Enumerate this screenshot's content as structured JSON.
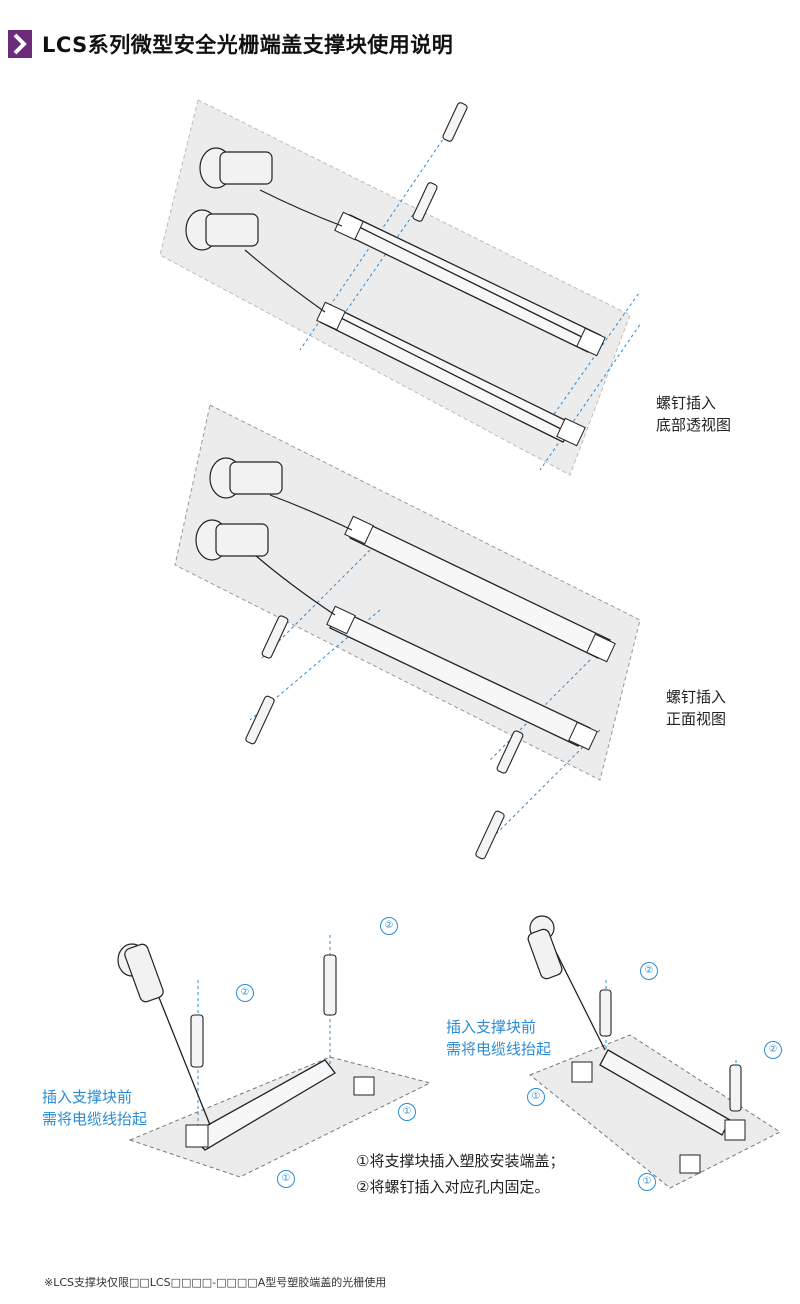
{
  "header": {
    "title": "LCS系列微型安全光栅端盖支撑块使用说明"
  },
  "views": {
    "top_label": [
      "螺钉插入",
      "底部透视图"
    ],
    "front_label": [
      "螺钉插入",
      "正面视图"
    ]
  },
  "callouts": {
    "lift_cable_left": [
      "插入支撑块前",
      "需将电缆线抬起"
    ],
    "lift_cable_right": [
      "插入支撑块前",
      "需将电缆线抬起"
    ],
    "num1": "①",
    "num2": "②"
  },
  "steps": [
    "①将支撑块插入塑胶安装端盖；",
    "②将螺钉插入对应孔内固定。"
  ],
  "footnote": "※LCS支撑块仅限□□LCS□□□□-□□□□A型号塑胶端盖的光栅使用",
  "colors": {
    "accent": "#6b2a7a",
    "callout": "#2a8cd6",
    "panel": "#ececec"
  }
}
